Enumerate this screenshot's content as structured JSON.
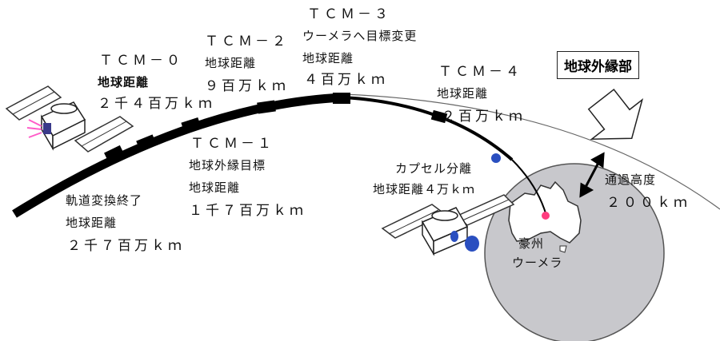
{
  "labels": {
    "tcm0": {
      "title": "ＴＣＭ－０",
      "line1": "地球距離",
      "line2": "２千４百万ｋｍ"
    },
    "tcm1": {
      "title": "ＴＣＭ－１",
      "line1": "地球外縁目標",
      "line2": "地球距離",
      "line3": "１千７百万ｋｍ"
    },
    "tcm2": {
      "title": "ＴＣＭ－２",
      "line1": "地球距離",
      "line2": "９百万ｋｍ"
    },
    "tcm3": {
      "title": "ＴＣＭ－３",
      "line1": "ウーメラへ目標変更",
      "line2": "地球距離",
      "line3": "４百万ｋｍ"
    },
    "tcm4": {
      "title": "ＴＣＭ－４",
      "line1": "地球距離",
      "line2": "２百万ｋｍ"
    },
    "orbit_change": {
      "line1": "軌道変換終了",
      "line2": "地球距離",
      "line3": "２千７百万ｋｍ"
    },
    "capsule": {
      "line1": "カプセル分離",
      "line2": "地球距離４万ｋｍ"
    },
    "outer_edge": "地球外縁部",
    "pass_altitude": {
      "line1": "通過高度",
      "line2": "２００ｋｍ"
    },
    "destination": {
      "line1": "豪州",
      "line2": "ウーメラ"
    }
  },
  "colors": {
    "trajectory": "#000000",
    "earth_fill": "#c8c8cc",
    "australia": "#ffffff",
    "target_dot": "#ff3d7f",
    "capsule_dot": "#2a4fc0",
    "thruster_plume": "#ff5cc8"
  },
  "icons": [
    "spacecraft-icon",
    "spacecraft-icon",
    "hollow-arrow-icon",
    "double-arrow-icon"
  ]
}
